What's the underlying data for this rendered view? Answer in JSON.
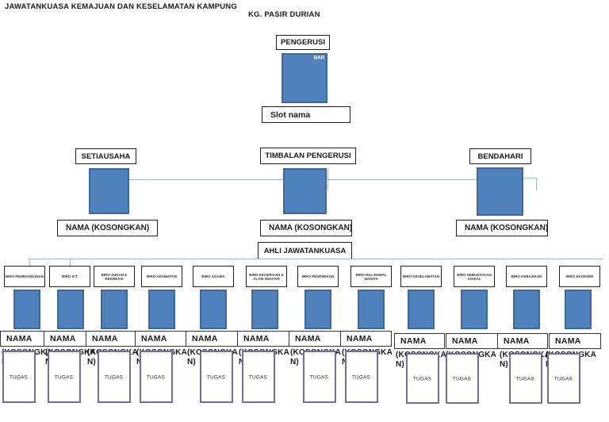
{
  "page": {
    "title": "JAWATANKUASA KEMAJUAN DAN KESELAMATAN KAMPUNG",
    "village": "KG. PASIR DURIAN"
  },
  "colors": {
    "node_fill": "#4f81bd",
    "node_border": "#3c689e",
    "connector": "#95b3d7",
    "tugas_border": "#756b9f"
  },
  "top": {
    "title": "PENGERUSI",
    "photo_tag": "BAR",
    "slot_label": "Slot nama"
  },
  "level2": {
    "left": {
      "title": "SETIAUSAHA",
      "name": "NAMA (KOSONGKAN)"
    },
    "center": {
      "title": "TIMBALAN PENGERUSI",
      "name": "NAMA (KOSONGKAN)"
    },
    "right": {
      "title": "BENDAHARI",
      "name": "NAMA (KOSONGKAN)"
    }
  },
  "committee_header": "AHLI JAWATANKUASA",
  "biros": [
    {
      "label": "BIRO PEMBANGUNAN",
      "name": "NAMA",
      "placeholder": "(KOSONGKAN)",
      "duty": "TUGAS"
    },
    {
      "label": "BIRO ICT",
      "name": "NAMA",
      "placeholder": "(KOSONGKAN)",
      "duty": "TUGAS"
    },
    {
      "label": "BIRO SUKAN & REKREASI",
      "name": "NAMA",
      "placeholder": "(KOSONGKAN)",
      "duty": "TUGAS"
    },
    {
      "label": "BIRO KESIHATAN",
      "name": "NAMA",
      "placeholder": "(KOSONGKAN)",
      "duty": "TUGAS"
    },
    {
      "label": "BIRO AGAMA",
      "name": "NAMA",
      "placeholder": "(KOSONGKAN)",
      "duty": "TUGAS"
    },
    {
      "label": "BIRO KECERIAAN & ALAM SEKITAR",
      "name": "NAMA",
      "placeholder": "(KOSONGKAN)",
      "duty": "TUGAS"
    },
    {
      "label": "BIRO PENDIDIKAN",
      "name": "NAMA",
      "placeholder": "(KOSONGKAN)",
      "duty": "TUGAS"
    },
    {
      "label": "BIRO HAL EHWAL WANITA",
      "name": "NAMA",
      "placeholder": "(KOSONGKAN)",
      "duty": "TUGAS"
    },
    {
      "label": "BIRO KESELAMATAN",
      "name": "NAMA",
      "placeholder": "(KOSONGKAN)",
      "duty": "TUGAS"
    },
    {
      "label": "BIRO KEBUDAYAAN SOSIAL",
      "name": "NAMA",
      "placeholder": "(KOSONGKAN)",
      "duty": "TUGAS"
    },
    {
      "label": "BIRO KEBAJIKAN",
      "name": "NAMA",
      "placeholder": "(KOSONGKAN)",
      "duty": "TUGAS"
    },
    {
      "label": "BIRO EKONOMI",
      "name": "NAMA",
      "placeholder": "(KOSONGKAN)",
      "duty": "TUGAS"
    }
  ]
}
